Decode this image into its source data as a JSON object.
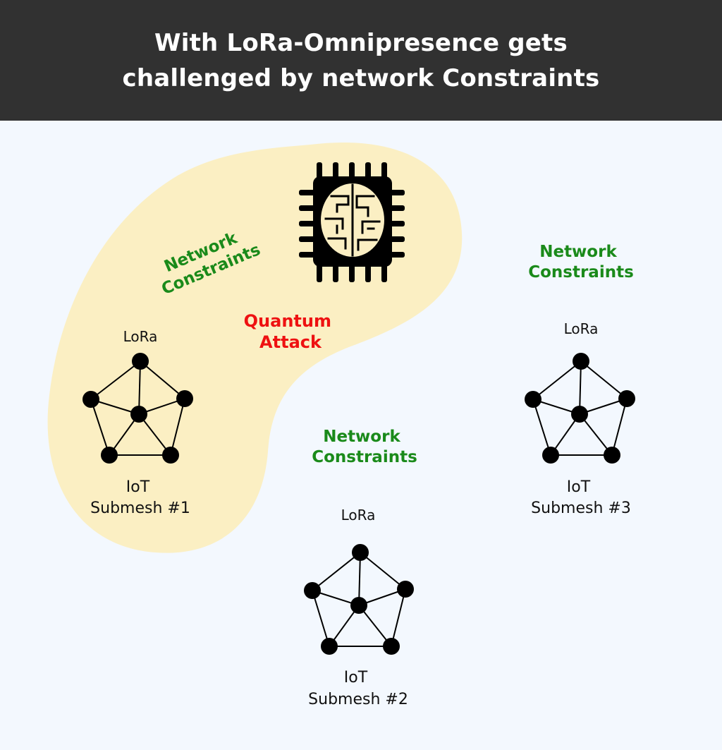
{
  "header": {
    "title_line1": "With LoRa-Omnipresence gets",
    "title_line2": "challenged by network Constraints"
  },
  "colors": {
    "header_bg": "#313131",
    "page_bg": "#f3f8fe",
    "threat_zone": "#fbefc3",
    "constraint_label": "#1a8a1a",
    "attack_label": "#ee1111",
    "node": "#000000"
  },
  "threat": {
    "icon": "quantum-chip-icon",
    "label_line1": "Quantum",
    "label_line2": "Attack"
  },
  "submeshes": [
    {
      "constraint_line1": "Network",
      "constraint_line2": "Constraints",
      "protocol": "LoRa",
      "label_line1": "IoT",
      "label_line2": "Submesh #1"
    },
    {
      "constraint_line1": "Network",
      "constraint_line2": "Constraints",
      "protocol": "LoRa",
      "label_line1": "IoT",
      "label_line2": "Submesh #2"
    },
    {
      "constraint_line1": "Network",
      "constraint_line2": "Constraints",
      "protocol": "LoRa",
      "label_line1": "IoT",
      "label_line2": "Submesh #3"
    }
  ]
}
